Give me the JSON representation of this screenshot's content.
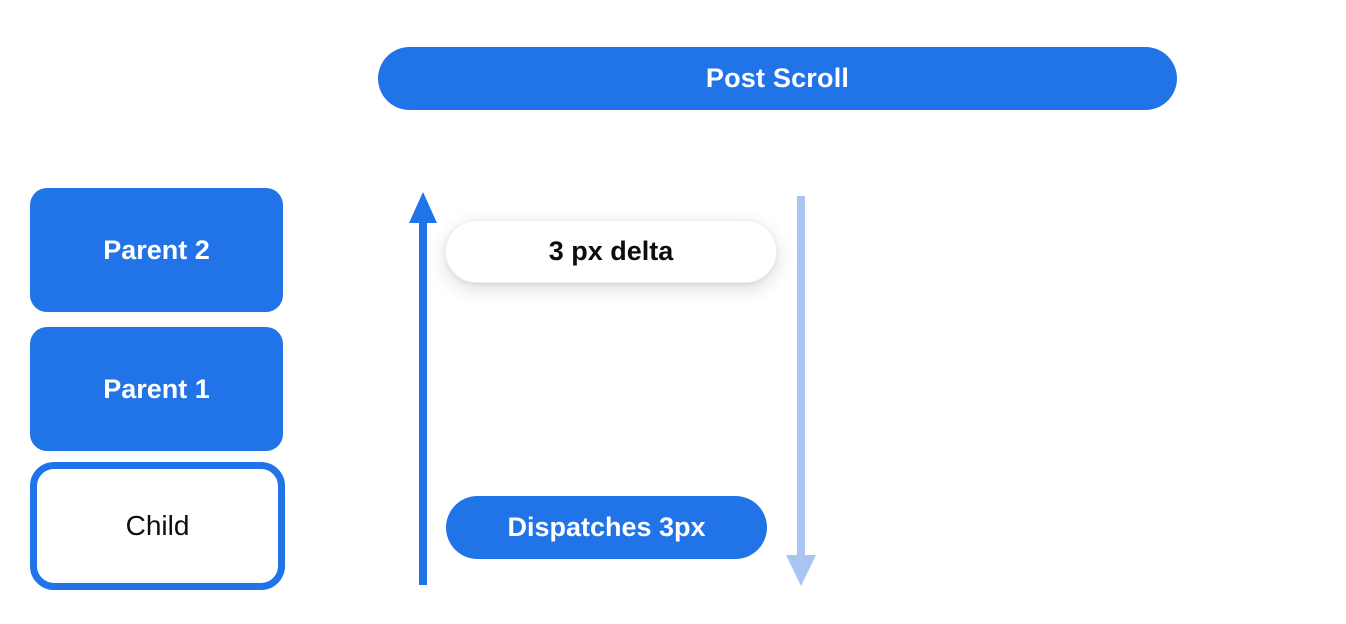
{
  "diagram": {
    "title": "Post Scroll",
    "parent_boxes": [
      {
        "label": "Parent 2"
      },
      {
        "label": "Parent 1"
      }
    ],
    "child_box": {
      "label": "Child"
    },
    "delta_pill": {
      "label": "3 px delta"
    },
    "dispatch_pill": {
      "label": "Dispatches 3px"
    },
    "arrows": [
      {
        "name": "scroll-up-arrow",
        "direction": "up",
        "color": "#2173e8"
      },
      {
        "name": "dispatch-down-arrow",
        "direction": "down",
        "color": "#a8c5f2"
      }
    ],
    "colors": {
      "primary_blue": "#2173e8",
      "light_blue": "#a8c5f2",
      "text_dark": "#0d0d0d",
      "background": "#ffffff"
    }
  }
}
